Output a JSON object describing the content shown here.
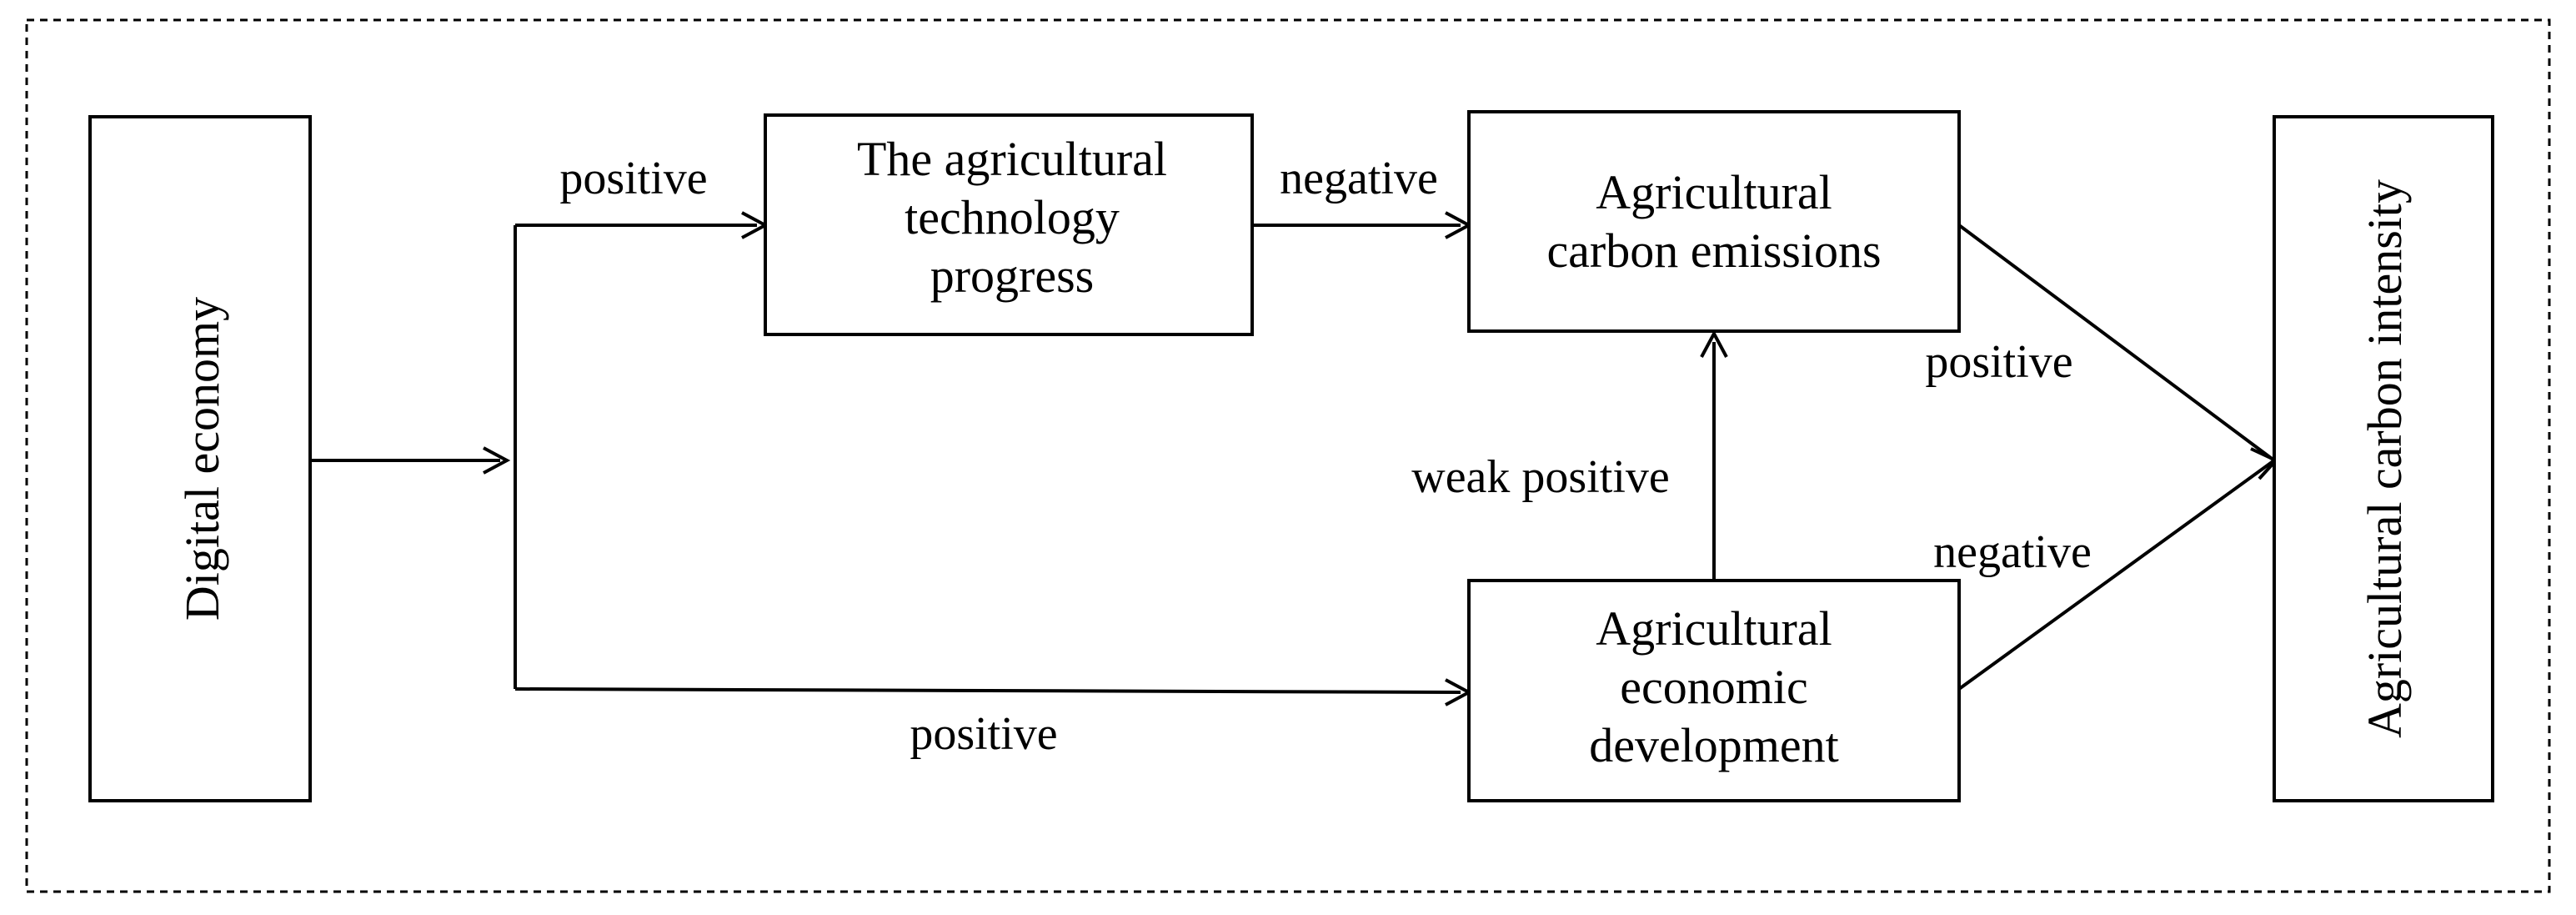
{
  "diagram": {
    "nodes": {
      "digital_economy": {
        "label": "Digital economy"
      },
      "tech_progress": {
        "lines": [
          "The agricultural",
          "technology",
          "progress"
        ]
      },
      "carbon_emissions": {
        "lines": [
          "Agricultural",
          "carbon emissions"
        ]
      },
      "economic_development": {
        "lines": [
          "Agricultural",
          "economic",
          "development"
        ]
      },
      "carbon_intensity": {
        "label": "Agricultural carbon intensity"
      }
    },
    "edges": {
      "de_to_tech": "positive",
      "tech_to_emissions": "negative",
      "econ_to_emissions": "weak positive",
      "emissions_to_intensity": "positive",
      "econ_to_intensity": "negative",
      "de_to_econ": "positive"
    }
  }
}
